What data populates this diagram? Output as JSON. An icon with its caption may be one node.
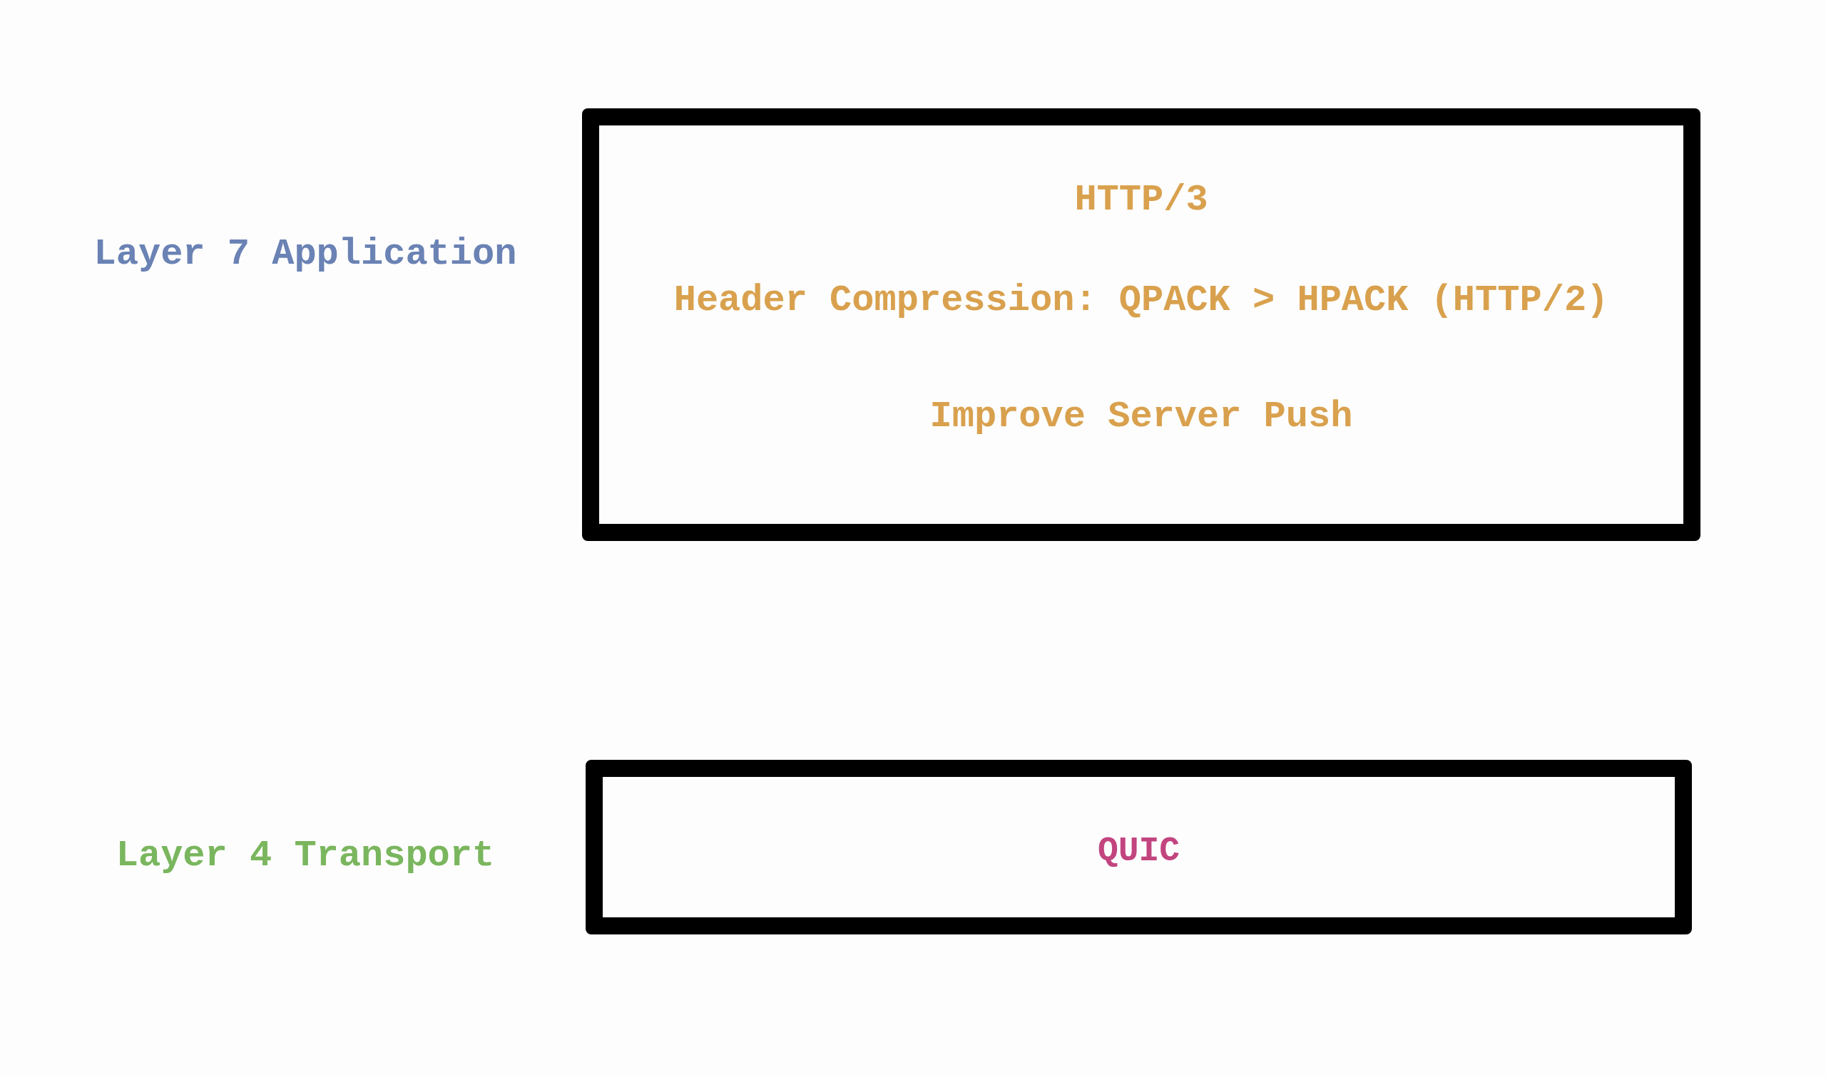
{
  "diagram": {
    "nodes": [
      {
        "text": [
          "HTTP/3",
          "Header Compression: QPACK > HPACK (HTTP/2)",
          "Improve Server Push"
        ]
      },
      {
        "text": [
          "QUIC"
        ]
      }
    ],
    "labels": [
      "Layer 7 Application",
      "Layer 4 Transport"
    ]
  }
}
